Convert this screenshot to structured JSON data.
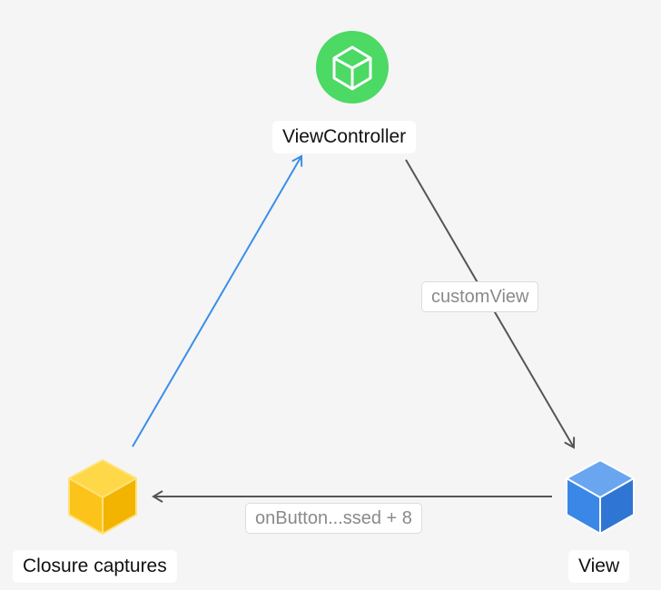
{
  "nodes": {
    "view_controller": {
      "label": "ViewController",
      "icon": "green-circle-cube-icon",
      "color": "#4cd964"
    },
    "view": {
      "label": "View",
      "icon": "blue-cube-icon",
      "color": "#3a87e8"
    },
    "closure": {
      "label": "Closure captures",
      "icon": "yellow-cube-icon",
      "color": "#fcc31a"
    }
  },
  "edges": {
    "vc_to_view": {
      "label": "customView",
      "color": "#555555"
    },
    "view_to_closure": {
      "label": "onButton...ssed + 8",
      "color": "#555555"
    },
    "closure_to_vc": {
      "label": "",
      "color": "#3a8ee8"
    }
  }
}
